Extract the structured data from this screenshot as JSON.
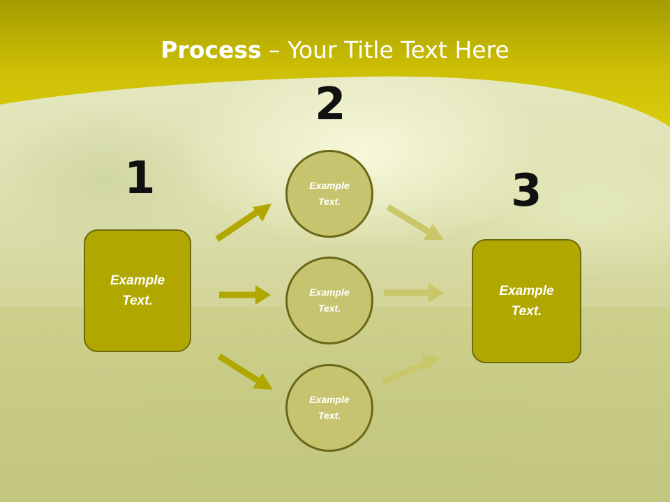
{
  "slide": {
    "title_bold": "Process",
    "title_rest": " – Your Title Text Here"
  },
  "steps": {
    "step1_number": "1",
    "step2_number": "2",
    "step3_number": "3"
  },
  "nodes": {
    "start_box_text": "Example Text.",
    "top_circle_text": "Example Text.",
    "middle_circle_text": "Example Text.",
    "bottom_circle_text": "Example Text.",
    "end_box_text": "Example Text."
  },
  "colors": {
    "header": "#d6c80a",
    "box_fill": "#b0a800",
    "circle_fill": "#c6c46e",
    "arrow_dark": "#b0a800",
    "arrow_light": "#c9c76a"
  }
}
